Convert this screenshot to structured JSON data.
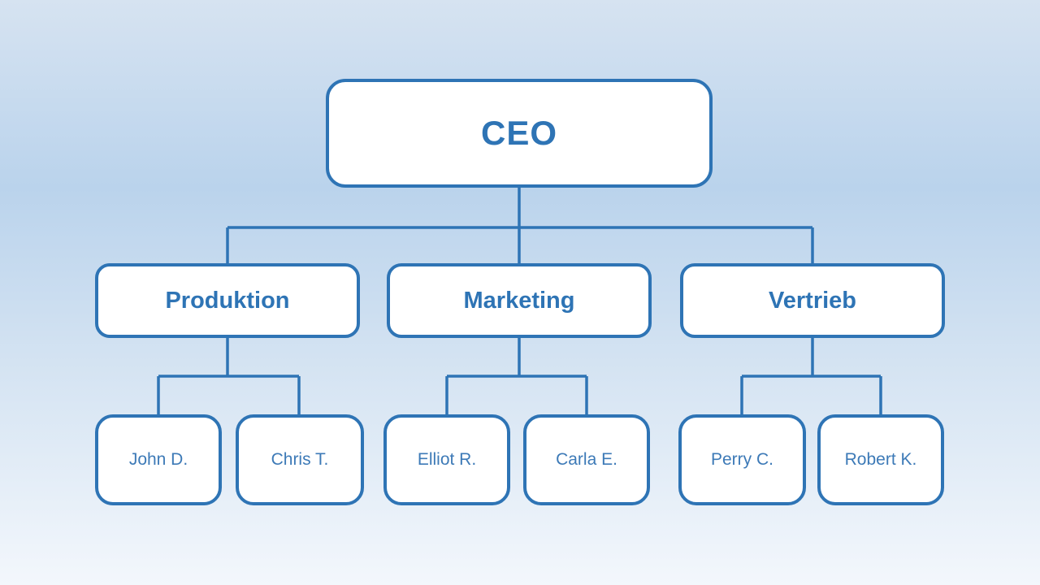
{
  "colors": {
    "accent": "#2e74b5",
    "node_fill": "#ffffff",
    "heading_text": "#2e74b5",
    "member_text": "#3d7ab7",
    "bg_top": "#d6e3f1",
    "bg_upper": "#bad3ec",
    "bg_lower": "#d4e3f2",
    "bg_bottom": "#f3f7fc"
  },
  "org_chart": {
    "root": {
      "label": "CEO"
    },
    "departments": [
      {
        "label": "Produktion",
        "members": [
          "John D.",
          "Chris T."
        ]
      },
      {
        "label": "Marketing",
        "members": [
          "Elliot R.",
          "Carla E."
        ]
      },
      {
        "label": "Vertrieb",
        "members": [
          "Perry C.",
          "Robert K."
        ]
      }
    ]
  }
}
